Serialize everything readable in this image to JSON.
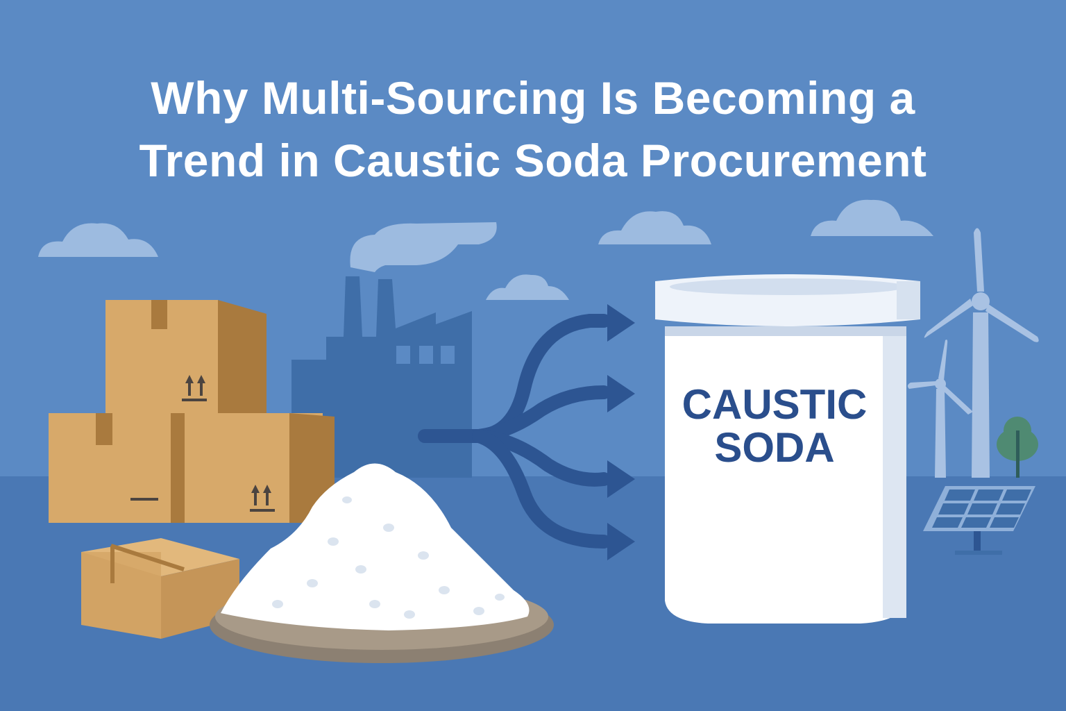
{
  "title": {
    "line1": "Why Multi-Sourcing Is Becoming a",
    "line2": "Trend in Caustic Soda Procurement"
  },
  "container": {
    "label_line1": "CAUSTIC",
    "label_line2": "SODA"
  },
  "colors": {
    "sky": "#5b8ac4",
    "ground": "#4a78b4",
    "factory": "#3f6ea8",
    "arrows": "#2d5592",
    "cloud": "#9dbbe0",
    "box": "#d7a96a",
    "box_side": "#a97a3e",
    "label_text": "#2a4e8c",
    "tree": "#4f8a72"
  },
  "icons": [
    "cloud-icon",
    "factory-icon",
    "cardboard-box-icon",
    "powder-pile-icon",
    "branching-arrows-icon",
    "container-drum-icon",
    "wind-turbine-icon",
    "tree-icon",
    "solar-panel-icon"
  ]
}
